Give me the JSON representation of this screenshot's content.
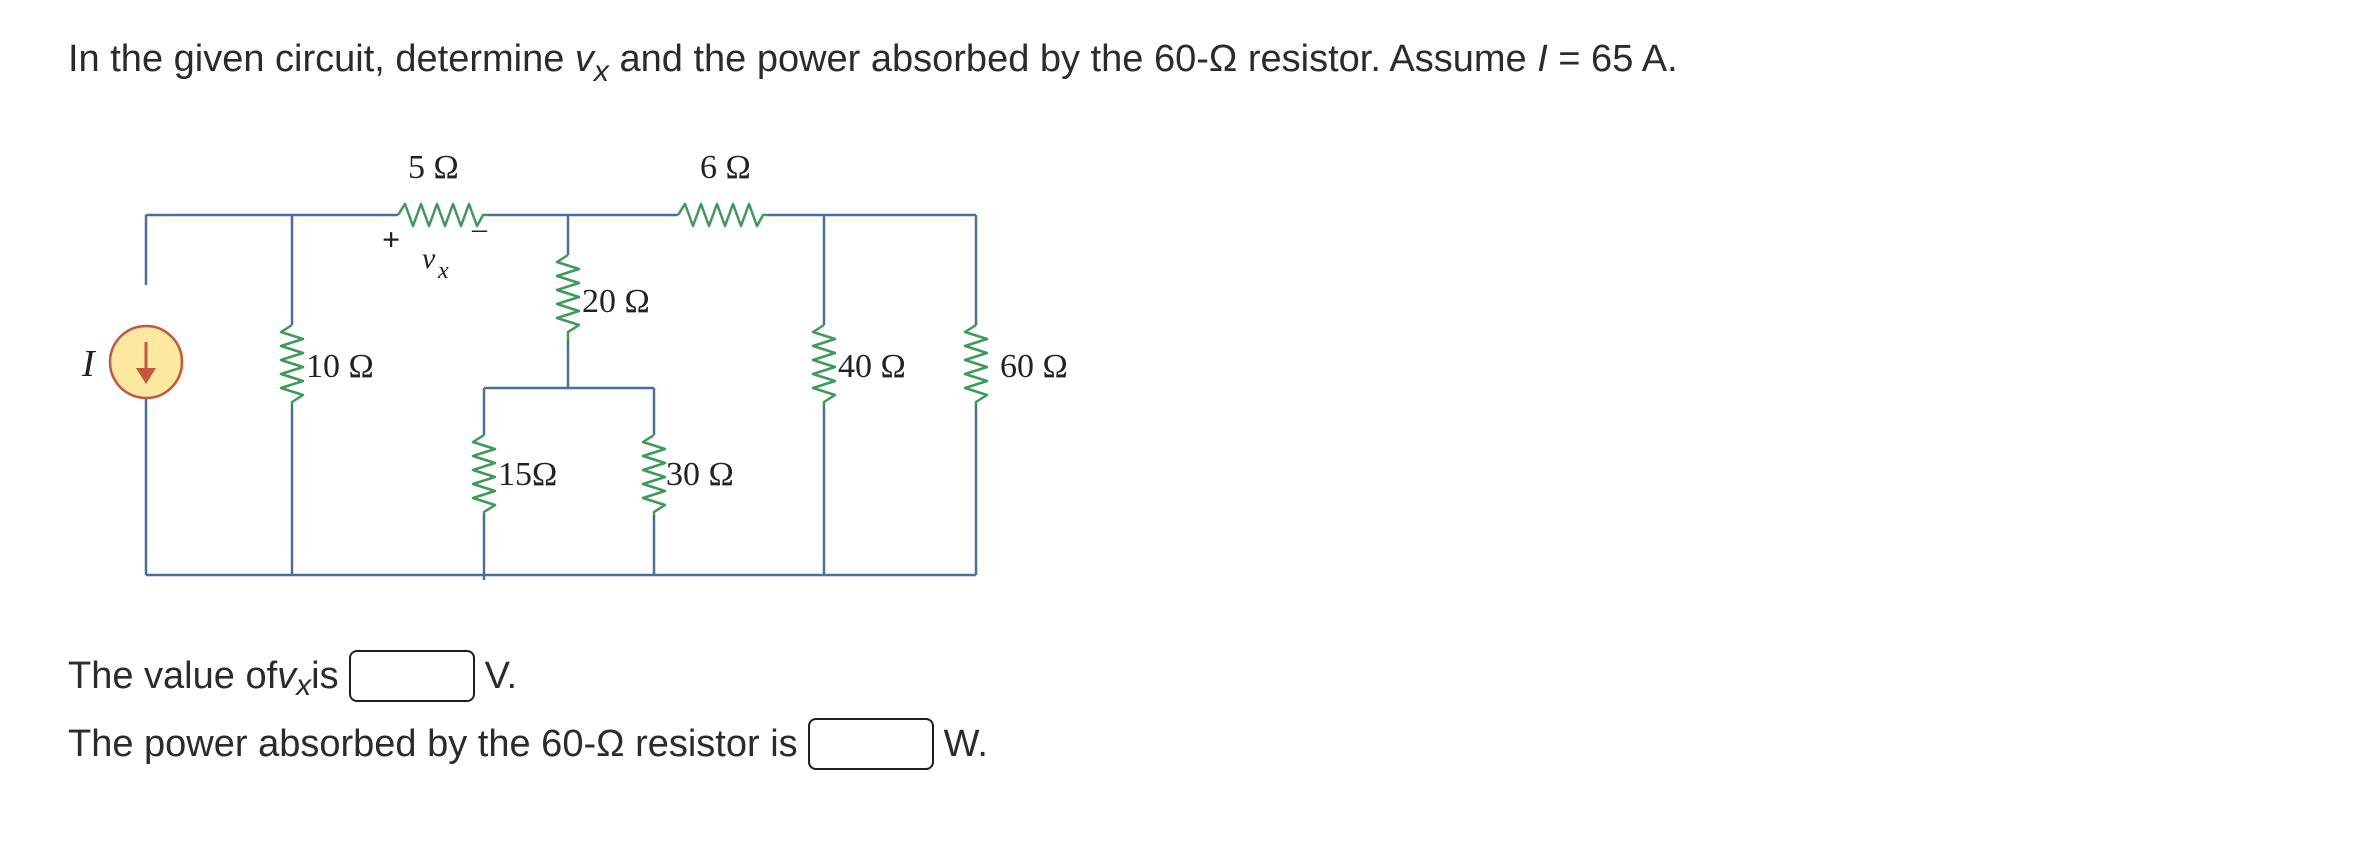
{
  "question": {
    "part1": "In the given circuit, determine ",
    "var_v": "v",
    "var_sub": "x",
    "part2": " and the power absorbed by the 60-Ω resistor. Assume ",
    "var_i": "I",
    "part3": " = 65 A."
  },
  "circuit": {
    "source_label": "I",
    "r_5": "5 Ω",
    "r_6": "6 Ω",
    "r_10": "10 Ω",
    "r_20": "20 Ω",
    "r_15": "15Ω",
    "r_30": "30 Ω",
    "r_40": "40 Ω",
    "r_60": "60 Ω",
    "vx_plus": "+",
    "vx_minus": "–",
    "vx_v": "v",
    "vx_x": "x"
  },
  "answers": {
    "vx_prefix": "The value of ",
    "vx_v": "v",
    "vx_x": "x",
    "vx_mid": " is",
    "vx_unit": "V.",
    "vx_value": "",
    "power_prefix": "The power absorbed by the 60-Ω resistor is",
    "power_unit": "W.",
    "power_value": ""
  },
  "colors": {
    "wire": "#4a6f9a",
    "resistor": "#3c9a5a",
    "source_fill": "#fde8a0",
    "source_stroke": "#c8553d"
  }
}
